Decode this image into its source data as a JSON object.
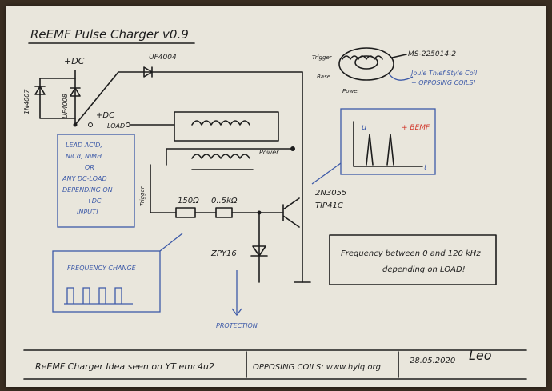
{
  "title": "ReEMF Pulse Charger v0.9",
  "labels": {
    "plus_dc_top": "+DC",
    "diode_1n4007": "1N4007",
    "diode_uf4008": "UF4008",
    "diode_uf4004": "UF4004",
    "plus_dc_load": "+DC",
    "load": "LOAD",
    "power": "Power",
    "trigger": "Trigger",
    "r1": "150Ω",
    "r2": "0..5kΩ",
    "zener": "ZPY16",
    "transistor_1": "2N3055",
    "transistor_2": "TIP41C",
    "core": "MS-225014-2",
    "core_trigger": "Trigger",
    "core_base": "Base",
    "core_power": "Power",
    "coil_note_1": "Joule Thief Style Coil",
    "coil_note_2": "+ OPPOSING COILS!",
    "graph_u": "u",
    "graph_bemf": "+ BEMF",
    "graph_t": "t",
    "load_note": [
      "LEAD ACID,",
      "NiCd, NiMH",
      "OR",
      "ANY DC-LOAD",
      "DEPENDING ON",
      "+DC",
      "INPUT!"
    ],
    "freq_change": "FREQUENCY CHANGE",
    "protection": "PROTECTION",
    "freq_box_1": "Frequency between 0 and 120 kHz",
    "freq_box_2": "depending on LOAD!"
  },
  "footer": {
    "idea": "ReEMF Charger Idea seen on YT emc4u2",
    "coils": "OPPOSING COILS: www.hyiq.org",
    "date": "28.05.2020",
    "signature": "Leo"
  }
}
